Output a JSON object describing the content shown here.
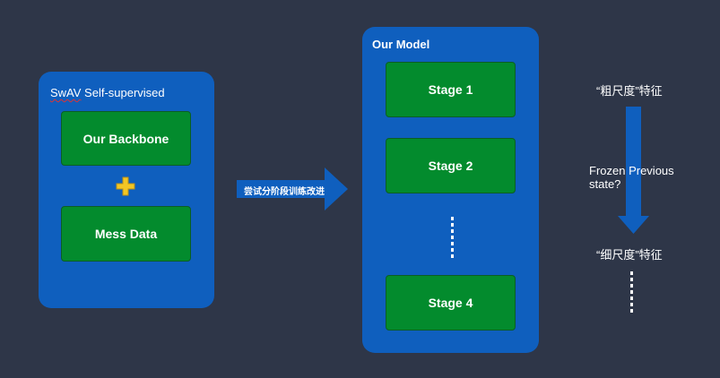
{
  "left_panel": {
    "prefix": "SwAV",
    "title_rest": " Self-supervised",
    "backbone_label": "Our Backbone",
    "data_label": "Mess Data"
  },
  "arrow_label": "尝试分阶段训练改进",
  "model_panel": {
    "title": "Our Model",
    "stages": [
      "Stage 1",
      "Stage 2",
      "Stage 4"
    ]
  },
  "right_side": {
    "coarse_label": "“粗尺度”特征",
    "question": "Frozen Previous state?",
    "fine_label": "“细尺度”特征"
  },
  "colors": {
    "background": "#2e3648",
    "panel": "#0f5fbe",
    "box": "#038b2d",
    "plus": "#f2c624",
    "arrow": "#0f5fbe"
  },
  "icons": [
    "plus-icon",
    "right-arrow-icon",
    "down-arrow-icon",
    "vertical-dots-icon"
  ]
}
